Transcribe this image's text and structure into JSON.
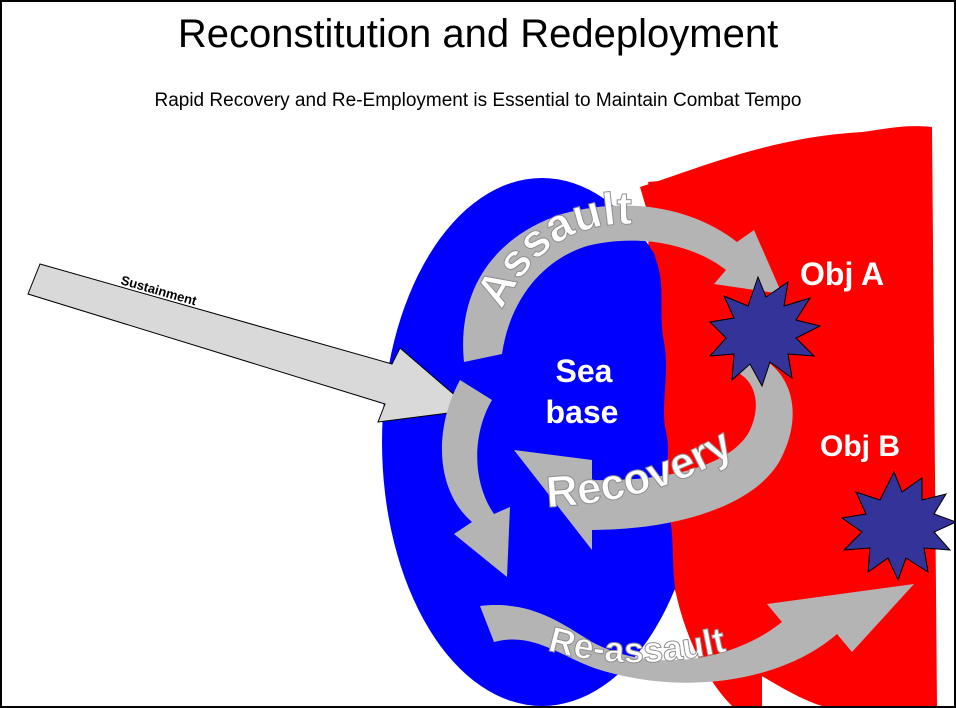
{
  "title": "Reconstitution and Redeployment",
  "subtitle": "Rapid Recovery and Re-Employment is Essential to Maintain Combat Tempo",
  "labels": {
    "sustainment": "Sustainment",
    "sea_base": [
      "Sea",
      "base"
    ],
    "assault": "Assault",
    "recovery": "Recovery",
    "reassault": "Re-assault",
    "obj_a": "Obj A",
    "obj_b": "Obj B"
  },
  "colors": {
    "sea_base": "#0000ff",
    "objective_area": "#ff0000",
    "arrow_fill": "#b4b4b4",
    "sustainment_arrow": "#d9d9d9",
    "objective_burst": "#333399",
    "text_on_color": "#ffffff"
  }
}
